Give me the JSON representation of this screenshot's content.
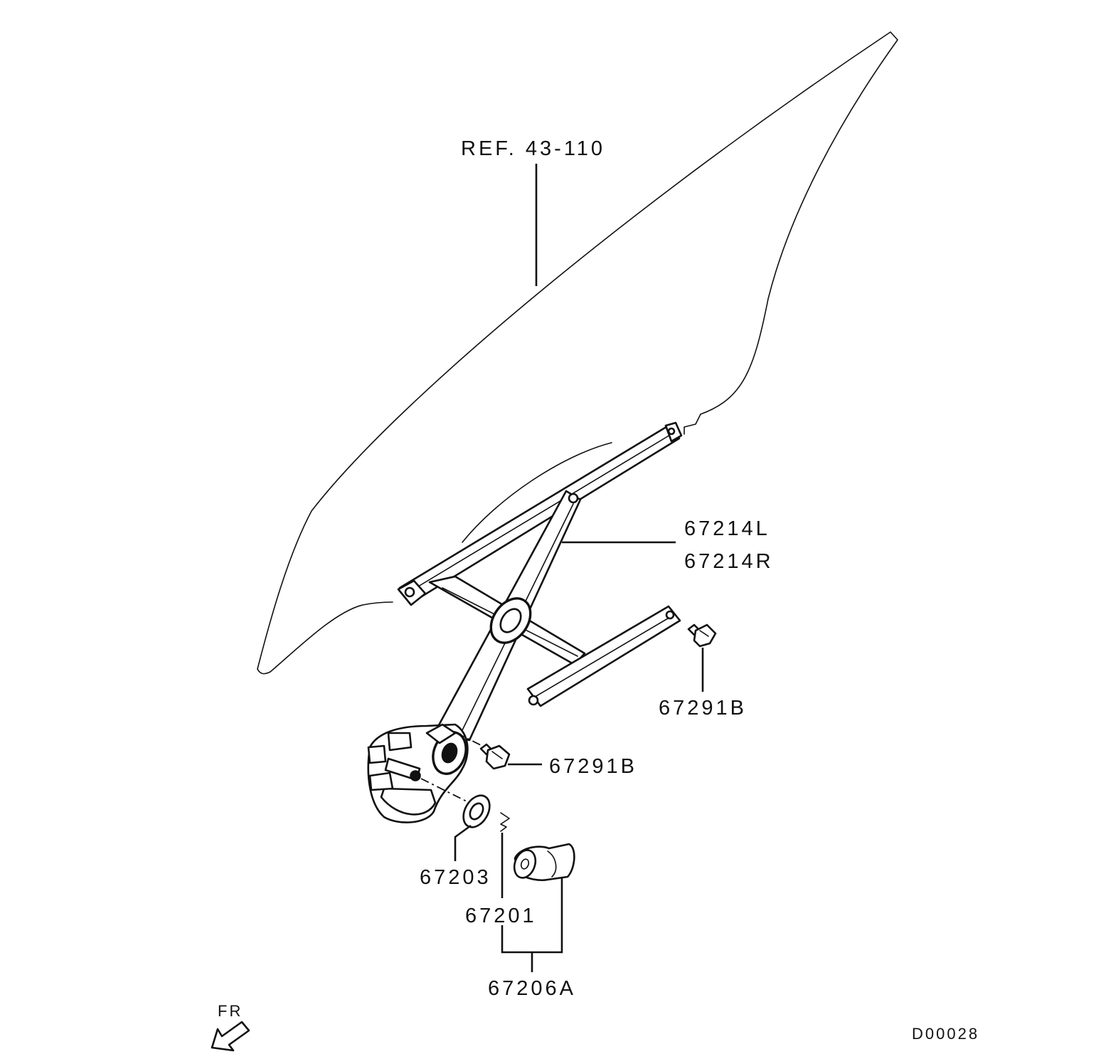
{
  "diagram": {
    "reference_label": "REF. 43-110",
    "parts": [
      {
        "part_number": "67214L"
      },
      {
        "part_number": "67214R"
      },
      {
        "part_number": "67291B"
      },
      {
        "part_number": "67291B"
      },
      {
        "part_number": "67203"
      },
      {
        "part_number": "67201"
      },
      {
        "part_number": "67206A"
      }
    ],
    "direction_label": "FR",
    "diagram_id": "D00028"
  }
}
